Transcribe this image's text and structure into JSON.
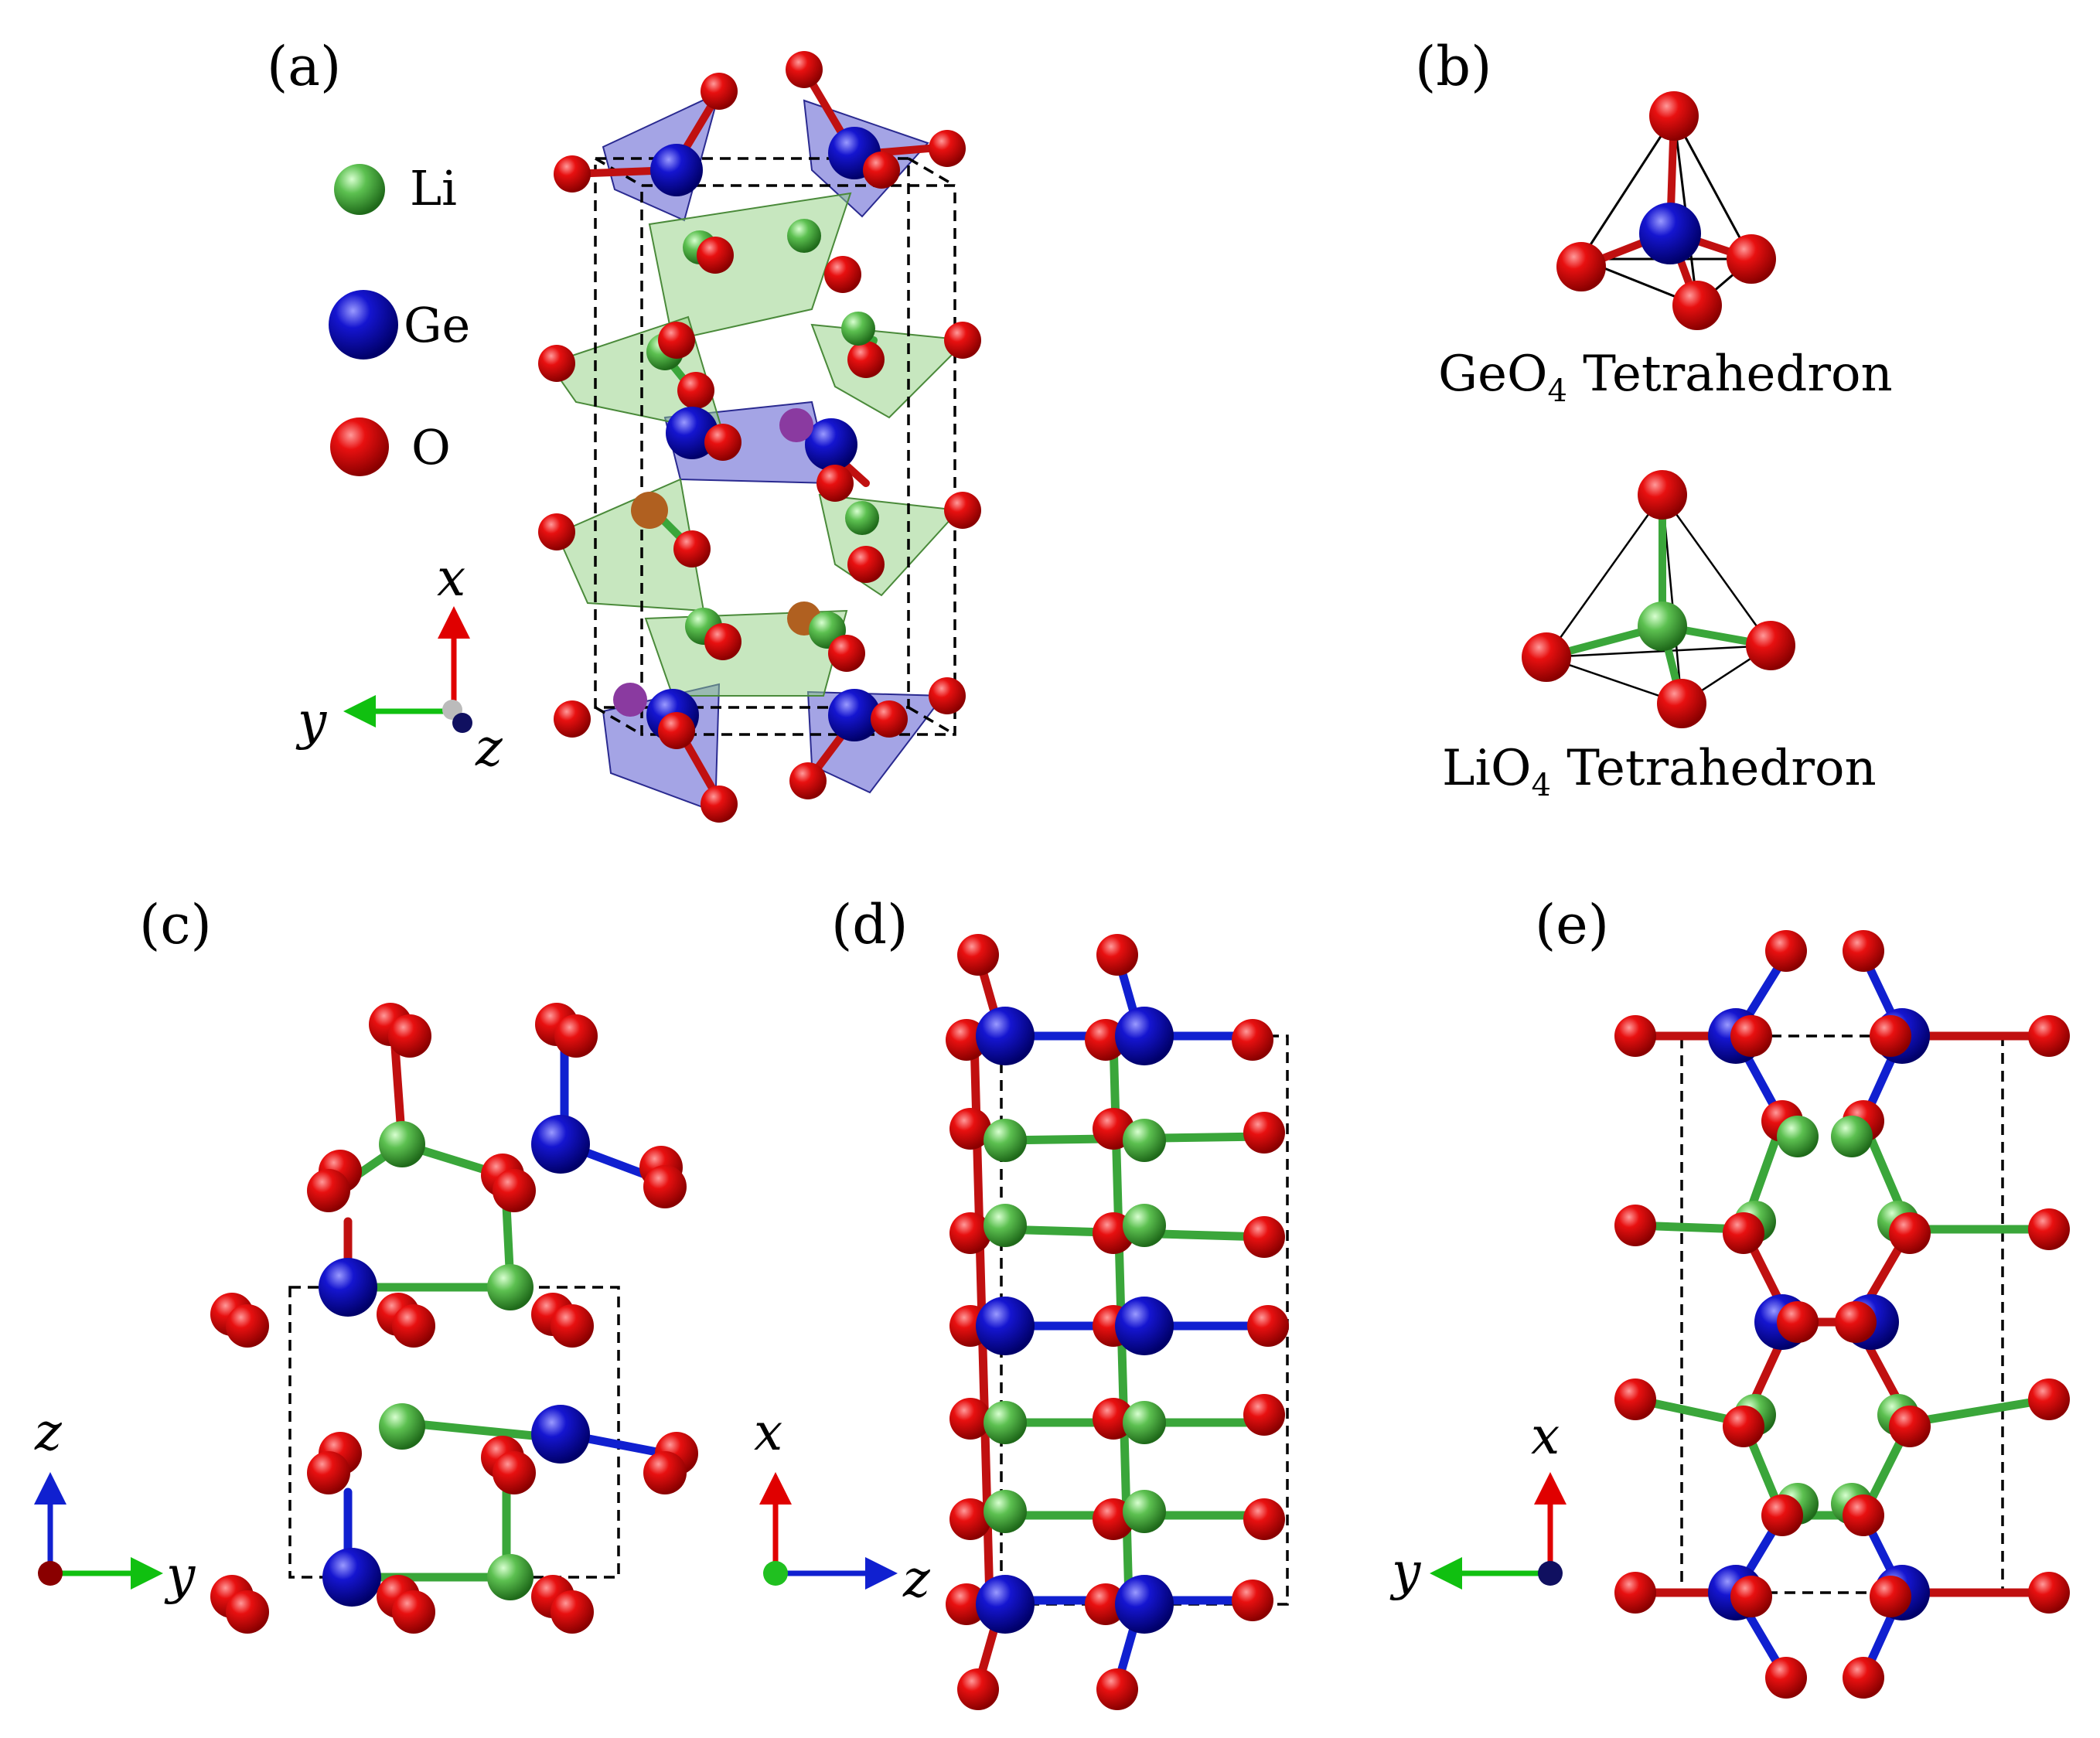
{
  "panels": {
    "a": "(a)",
    "b": "(b)",
    "c": "(c)",
    "d": "(d)",
    "e": "(e)"
  },
  "legend": [
    {
      "label": "Li",
      "color": "#3aa63a"
    },
    {
      "label": "Ge",
      "color": "#0b0bb8"
    },
    {
      "label": "O",
      "color": "#d40000"
    }
  ],
  "tetrahedra": [
    {
      "pre": "GeO",
      "sub": "4",
      "post": " Tetrahedron"
    },
    {
      "pre": "LiO",
      "sub": "4",
      "post": " Tetrahedron"
    }
  ],
  "axes": {
    "a": {
      "up": "x",
      "horizontal": "y",
      "depth": "z"
    },
    "c": {
      "up": "z",
      "horizontal": "y"
    },
    "d": {
      "up": "x",
      "horizontal": "z"
    },
    "e": {
      "up": "x",
      "horizontal": "y"
    }
  },
  "colors": {
    "Li": "#3aa63a",
    "Ge": "#0b0bb8",
    "O": "#d40000",
    "axis_x": "#e00000",
    "axis_y": "#10c010",
    "axis_z": "#1020d0",
    "poly_Ge": "#5a5ad0",
    "poly_Li": "#8fcf7f"
  }
}
